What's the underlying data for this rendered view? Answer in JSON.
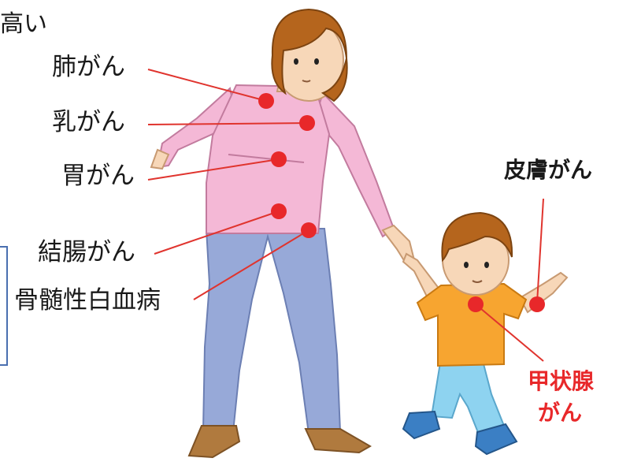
{
  "fragment_text": "高い",
  "adult_labels": [
    "肺がん",
    "乳がん",
    "胃がん",
    "結腸がん",
    "骨髄性白血病"
  ],
  "child_labels": {
    "skin": "皮膚がん",
    "thyroid_line1": "甲状腺",
    "thyroid_line2": "がん"
  },
  "colors": {
    "line": "#e0342e",
    "dot": "#e8282a",
    "shirt": "#f4b8d6",
    "pants": "#97a9d8",
    "hair": "#b5651d",
    "child_shirt": "#f7a530",
    "child_pants": "#8ed3f0",
    "highlight_text": "#e8282a"
  }
}
